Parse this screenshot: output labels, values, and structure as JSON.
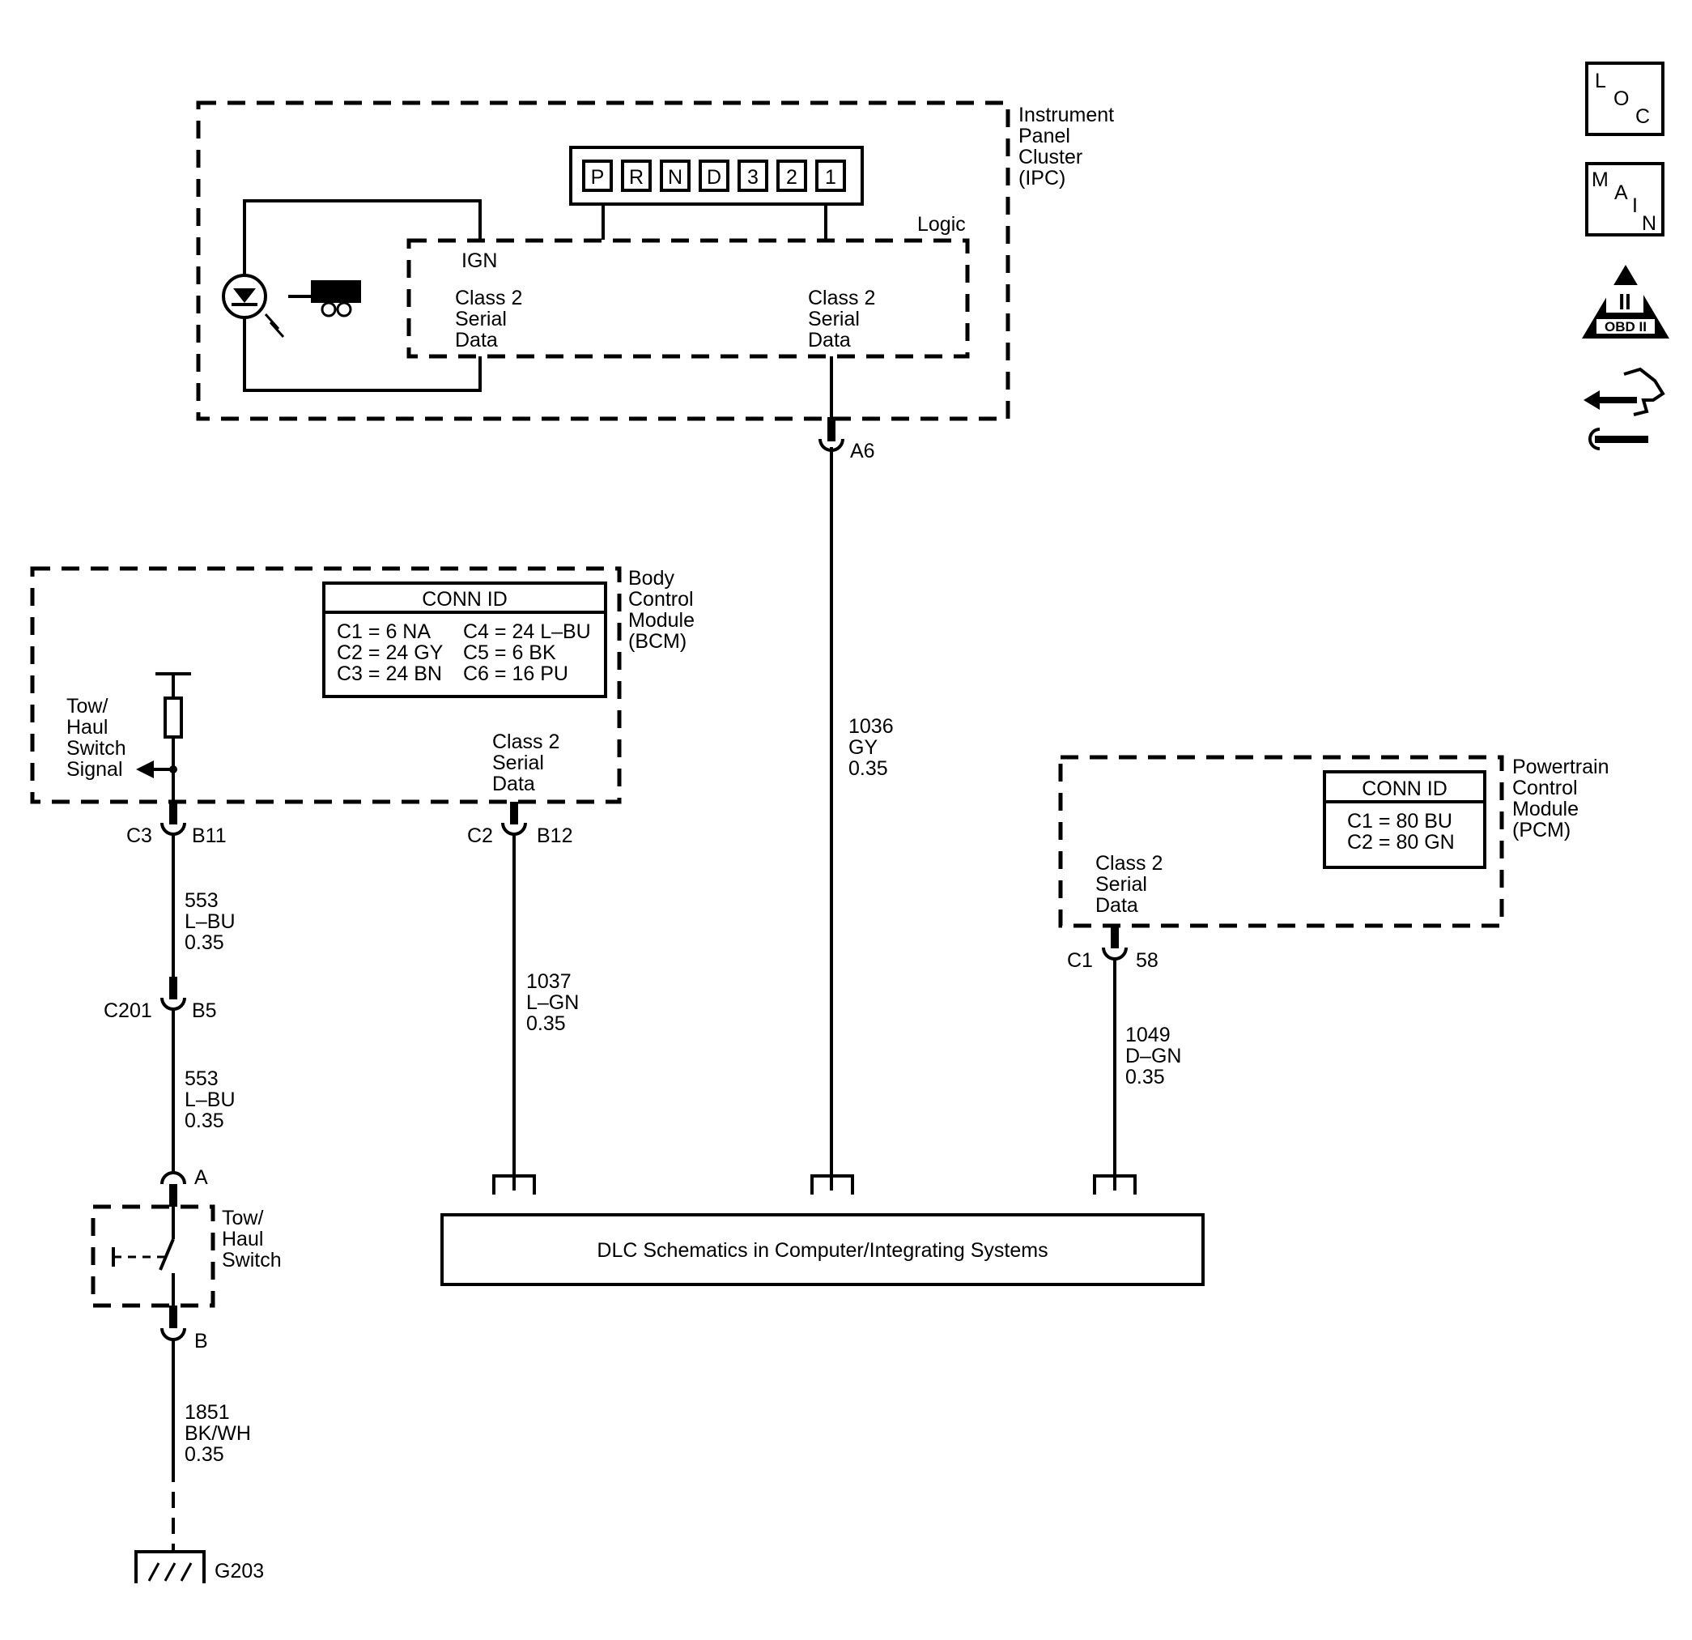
{
  "ipc": {
    "name": [
      "Instrument",
      "Panel",
      "Cluster",
      "(IPC)"
    ],
    "logic": "Logic",
    "ign": "IGN",
    "serial_left": [
      "Class 2",
      "Serial",
      "Data"
    ],
    "serial_right": [
      "Class 2",
      "Serial",
      "Data"
    ],
    "prndl": [
      "P",
      "R",
      "N",
      "D",
      "3",
      "2",
      "1"
    ],
    "connector": "A6"
  },
  "bcm": {
    "name": [
      "Body",
      "Control",
      "Module",
      "(BCM)"
    ],
    "conn_id_title": "CONN ID",
    "conn_rows": [
      [
        "C1 = 6 NA",
        "C4 = 24 L–BU"
      ],
      [
        "C2 = 24 GY",
        "C5 = 6 BK"
      ],
      [
        "C3 = 24 BN",
        "C6 = 16 PU"
      ]
    ],
    "tow_signal": [
      "Tow/",
      "Haul",
      "Switch",
      "Signal"
    ],
    "serial": [
      "Class 2",
      "Serial",
      "Data"
    ],
    "conn_left": [
      "C3",
      "B11"
    ],
    "conn_right": [
      "C2",
      "B12"
    ]
  },
  "pcm": {
    "name": [
      "Powertrain",
      "Control",
      "Module",
      "(PCM)"
    ],
    "conn_id_title": "CONN ID",
    "conn_rows": [
      "C1 = 80 BU",
      "C2 = 80 GN"
    ],
    "serial": [
      "Class 2",
      "Serial",
      "Data"
    ],
    "conn": [
      "C1",
      "58"
    ]
  },
  "wires": {
    "w553a": [
      "553",
      "L–BU",
      "0.35"
    ],
    "w553b": [
      "553",
      "L–BU",
      "0.35"
    ],
    "w1037": [
      "1037",
      "L–GN",
      "0.35"
    ],
    "w1036": [
      "1036",
      "GY",
      "0.35"
    ],
    "w1049": [
      "1049",
      "D–GN",
      "0.35"
    ],
    "w1851": [
      "1851",
      "BK/WH",
      "0.35"
    ]
  },
  "c201": [
    "C201",
    "B5"
  ],
  "tow_switch": {
    "name": [
      "Tow/",
      "Haul",
      "Switch"
    ],
    "pin_a": "A",
    "pin_b": "B"
  },
  "ground": "G203",
  "dlc_label": "DLC Schematics in Computer/Integrating Systems",
  "icons": {
    "loc": [
      "L",
      "O",
      "C"
    ],
    "main": [
      "M",
      "A",
      "I",
      "N"
    ],
    "obd_numeral": "II",
    "obd_label": "OBD II"
  }
}
